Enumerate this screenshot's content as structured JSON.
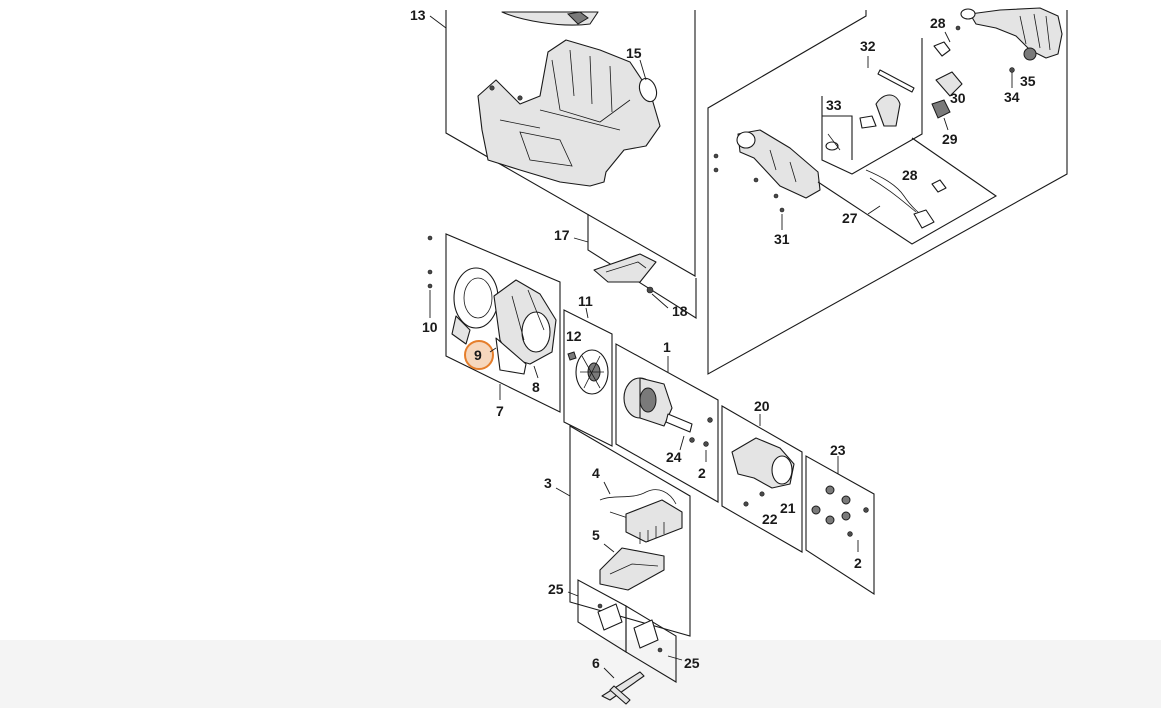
{
  "callouts": {
    "c13": "13",
    "c15": "15",
    "c28a": "28",
    "c32": "32",
    "c35": "35",
    "c34": "34",
    "c33": "33",
    "c30": "30",
    "c29": "29",
    "c28b": "28",
    "c27": "27",
    "c31": "31",
    "c17": "17",
    "c18": "18",
    "c11": "11",
    "c12": "12",
    "c10": "10",
    "c9": "9",
    "c8": "8",
    "c7": "7",
    "c1": "1",
    "c20": "20",
    "c24": "24",
    "c2a": "2",
    "c23": "23",
    "c21": "21",
    "c22": "22",
    "c2b": "2",
    "c3": "3",
    "c4": "4",
    "c5": "5",
    "c25a": "25",
    "c25b": "25",
    "c6": "6"
  },
  "highlight": {
    "selected_part": "9",
    "color": "#e57e2b"
  }
}
